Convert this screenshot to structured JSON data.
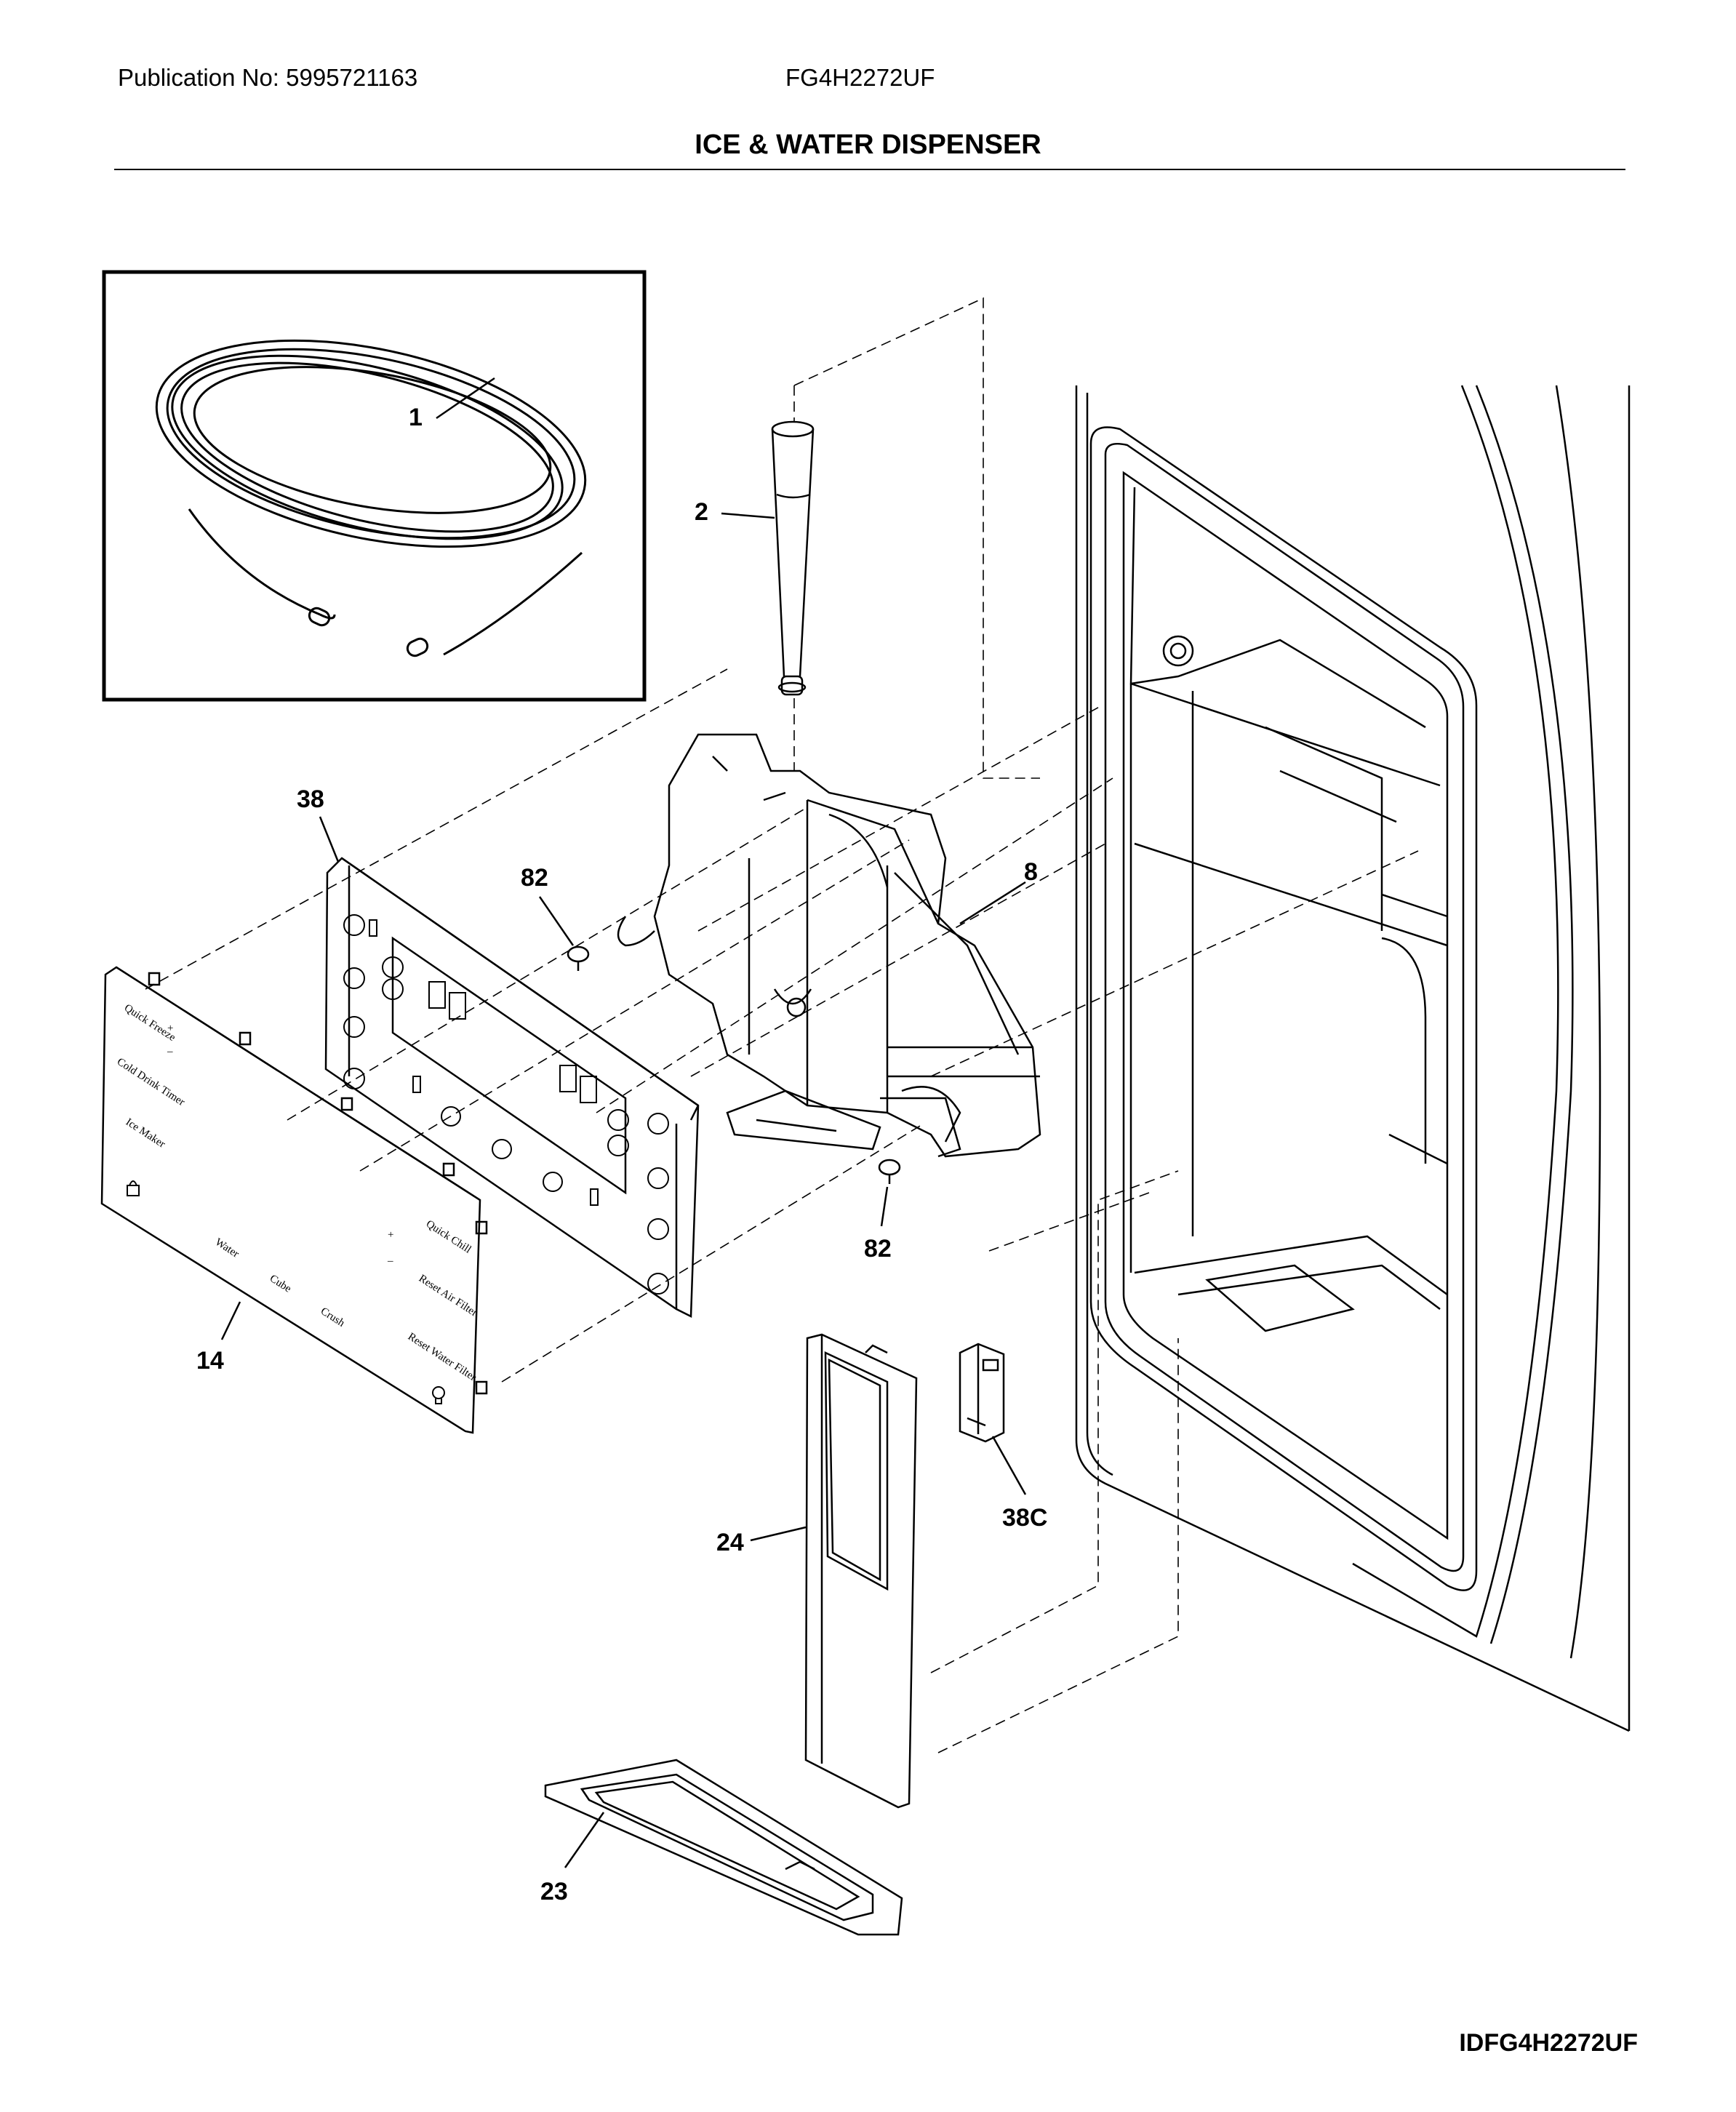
{
  "header": {
    "publication": "Publication No: 5995721163",
    "model": "FG4H2272UF",
    "title": "ICE & WATER DISPENSER"
  },
  "callouts": {
    "tube": "1",
    "funnel": "2",
    "dispenser_housing": "8",
    "control_board": "38",
    "screw_upper": "82",
    "screw_lower": "82",
    "overlay": "14",
    "door_trim": "24",
    "switch": "38C",
    "drip_tray": "23"
  },
  "overlay_labels": {
    "quick_freeze": "Quick Freeze",
    "cold_drink": "Cold Drink Timer",
    "ice_maker": "Ice Maker",
    "quick_chill": "Quick Chill",
    "reset_air": "Reset Air Filter",
    "reset_water": "Reset Water Filter",
    "water": "Water",
    "cube": "Cube",
    "crush": "Crush",
    "plus": "+",
    "minus": "–"
  },
  "figure_id": "IDFG4H2272UF"
}
